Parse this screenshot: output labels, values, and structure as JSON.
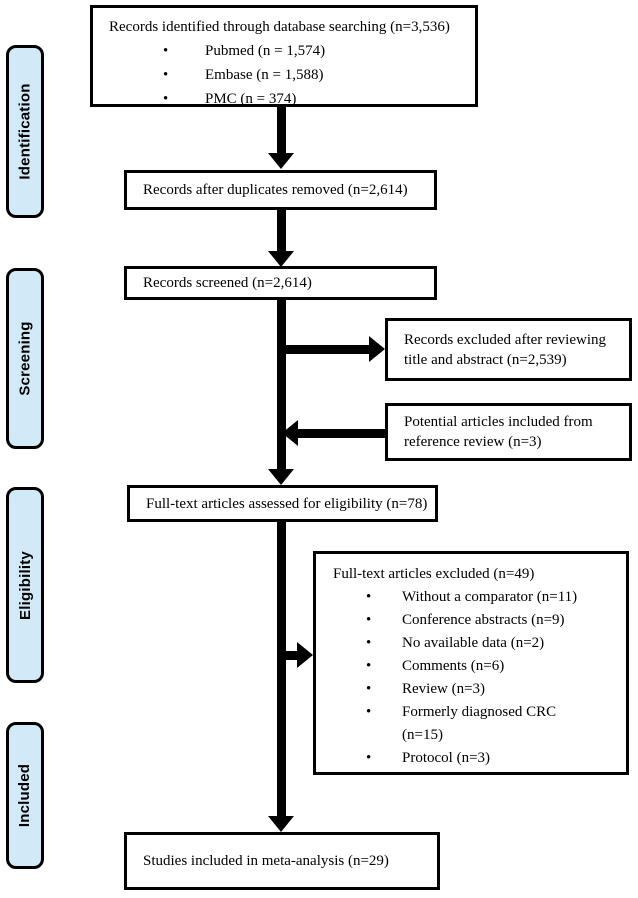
{
  "stages": [
    {
      "label": "Identification"
    },
    {
      "label": "Screening"
    },
    {
      "label": "Eligibility"
    },
    {
      "label": "Included"
    }
  ],
  "boxes": {
    "identified": {
      "title": "Records identified through database searching (n=3,536)",
      "bullets": [
        "Pubmed (n = 1,574)",
        "Embase (n = 1,588)",
        "PMC (n = 374)"
      ]
    },
    "duplicates_removed": {
      "text": "Records after duplicates removed (n=2,614)"
    },
    "screened": {
      "text": "Records screened (n=2,614)"
    },
    "excluded_title_abstract": {
      "text": "Records excluded after reviewing title and abstract (n=2,539)"
    },
    "reference_review": {
      "text": "Potential articles included from reference review (n=3)"
    },
    "fulltext_assessed": {
      "text": "Full-text articles assessed for eligibility (n=78)"
    },
    "fulltext_excluded": {
      "title": "Full-text articles excluded (n=49)",
      "bullets": [
        "Without a comparator (n=11)",
        "Conference abstracts (n=9)",
        "No available data (n=2)",
        "Comments (n=6)",
        "Review (n=3)",
        "Formerly diagnosed CRC (n=15)",
        "Protocol (n=3)"
      ]
    },
    "included_meta": {
      "text": "Studies included in meta-analysis (n=29)"
    }
  },
  "colors": {
    "stage_fill": "#d2eaf7",
    "line": "#000000",
    "box_background": "#ffffff"
  }
}
